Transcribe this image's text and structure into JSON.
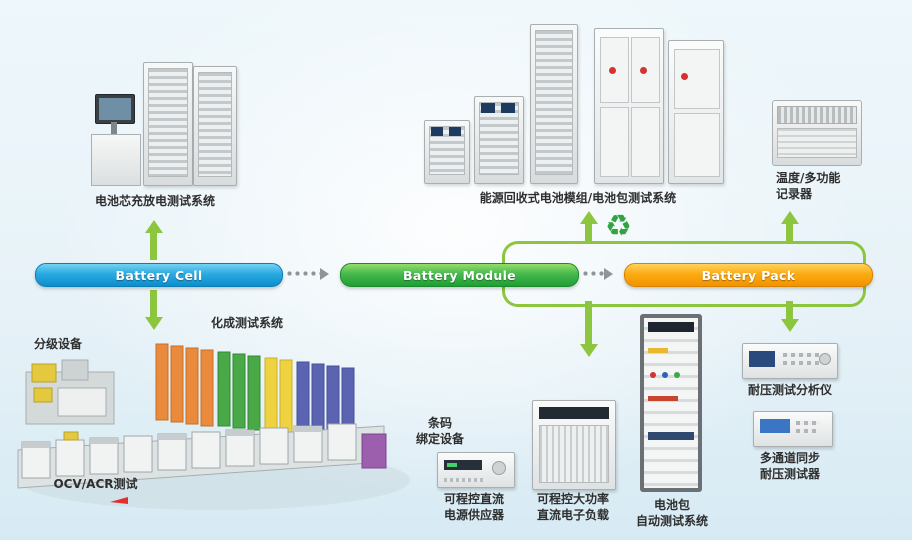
{
  "flow_bars": [
    {
      "label": "Battery Cell",
      "color": "#0d8ecc"
    },
    {
      "label": "Battery Module",
      "color": "#1f9e35"
    },
    {
      "label": "Battery Pack",
      "color": "#f39200"
    }
  ],
  "labels": {
    "cell_tester": "电池芯充放电测试系统",
    "module_pack_tester": "能源回收式电池模组/电池包测试系统",
    "temp_recorder_1": "温度/多功能",
    "temp_recorder_2": "记录器",
    "grading": "分级设备",
    "formation": "化成测试系统",
    "barcode_1": "条码",
    "barcode_2": "绑定设备",
    "ocv_acr": "OCV/ACR测试",
    "dc_power_1": "可程控直流",
    "dc_power_2": "电源供应器",
    "dc_load_1": "可程控大功率",
    "dc_load_2": "直流电子负载",
    "pack_auto_1": "电池包",
    "pack_auto_2": "自动测试系统",
    "hipot": "耐压测试分析仪",
    "multi_hipot_1": "多通道同步",
    "multi_hipot_2": "耐压测试器"
  },
  "icons": {
    "recycle": "♻"
  },
  "colors": {
    "arrow_green": "#8cc63e",
    "loop": "#8cc63e"
  }
}
